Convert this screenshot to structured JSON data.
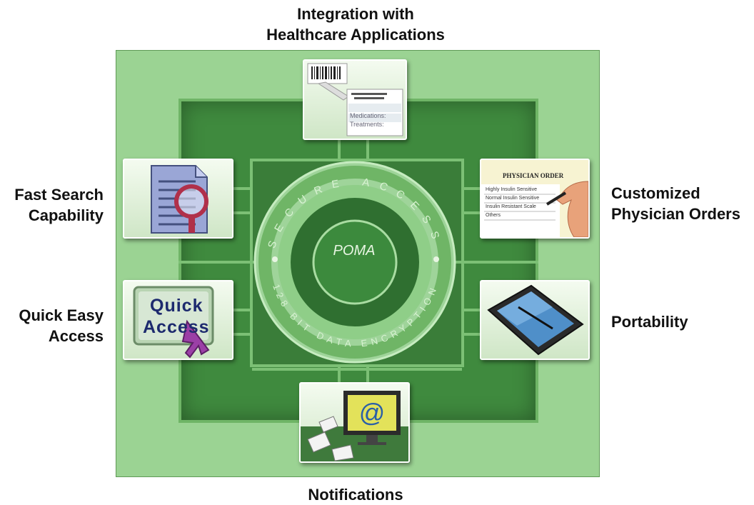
{
  "labels": {
    "top": [
      "Integration with",
      "Healthcare Applications"
    ],
    "bottom": [
      "Notifications"
    ],
    "left_top": [
      "Fast Search",
      "Capability"
    ],
    "left_bottom": [
      "Quick Easy",
      "Access"
    ],
    "right_top": [
      "Customized",
      "Physician Orders"
    ],
    "right_bottom": [
      "Portability"
    ]
  },
  "center": {
    "title": "POMA",
    "ring_top_text": "SECURE ACCESS",
    "ring_bottom_text": "128 BIT DATA ENCRYPTION"
  },
  "tiles": {
    "integration": {
      "icon": "barcode-document-icon",
      "fields": [
        "Medications:",
        "Treatments:"
      ]
    },
    "search": {
      "icon": "document-magnifier-icon"
    },
    "physician": {
      "icon": "physician-order-form-icon",
      "title": "PHYSICIAN ORDER",
      "rows": [
        "Highly Insulin Sensitive",
        "Normal Insulin Sensitive",
        "Insulin Resistant Scale",
        "Others"
      ]
    },
    "quick": {
      "icon": "quick-access-cursor-icon",
      "line1": "Quick",
      "line2": "Access"
    },
    "portability": {
      "icon": "tablet-pen-icon"
    },
    "notifications": {
      "icon": "email-monitor-icon"
    }
  },
  "colors": {
    "board": "#9bd393",
    "inner": "#3f8a3e",
    "accent": "#7cc075"
  }
}
